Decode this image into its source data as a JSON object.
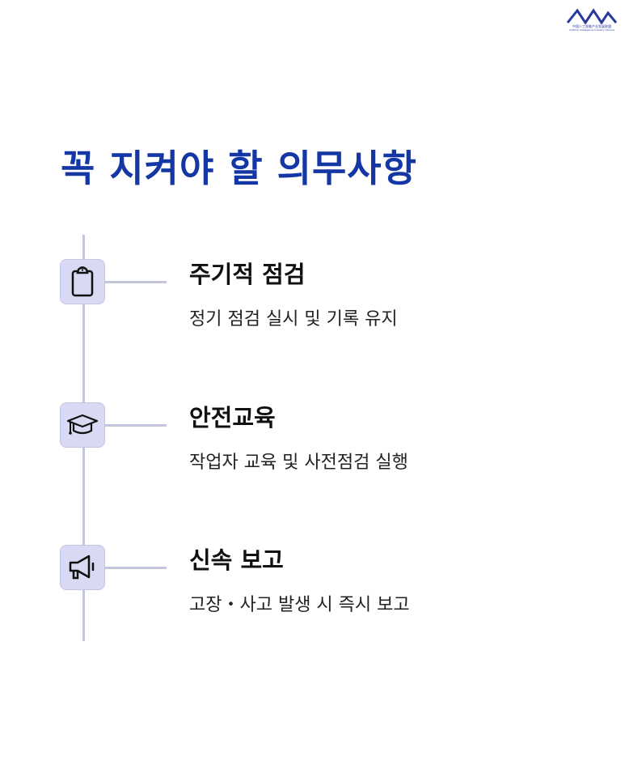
{
  "logo": {
    "name_cn": "中国人工智能产业发展联盟",
    "name_en": "Artificial Intelligence Industry Alliance"
  },
  "title": "꼭 지켜야 할 의무사항",
  "items": [
    {
      "icon": "clipboard-icon",
      "heading": "주기적 점검",
      "description": "정기 점검 실시 및 기록 유지"
    },
    {
      "icon": "graduation-cap-icon",
      "heading": "안전교육",
      "description": "작업자 교육 및 사전점검 실행"
    },
    {
      "icon": "megaphone-icon",
      "heading": "신속 보고",
      "description": "고장・사고 발생 시 즉시 보고"
    }
  ],
  "colors": {
    "title": "#1537a5",
    "icon_bg": "#d8daf3",
    "line": "#c3c5db"
  }
}
